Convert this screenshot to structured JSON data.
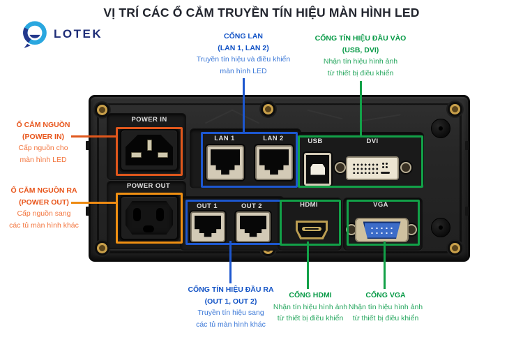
{
  "title": "VỊ TRÍ CÁC Ổ CẮM TRUYỀN TÍN HIỆU MÀN HÌNH LED",
  "brand": {
    "name": "LOTEK"
  },
  "colors": {
    "orange": "#e8551b",
    "orange_light": "#f09012",
    "blue": "#1d57cf",
    "green": "#12a148",
    "panel_dark": "#222222"
  },
  "panel": {
    "port_labels": {
      "power_in": "POWER IN",
      "power_out": "POWER OUT",
      "lan1": "LAN 1",
      "lan2": "LAN 2",
      "usb": "USB",
      "dvi": "DVI",
      "out1": "OUT 1",
      "out2": "OUT 2",
      "hdmi": "HDMI",
      "vga": "VGA"
    }
  },
  "annotations": {
    "lan": {
      "line1": "CỔNG LAN",
      "line2": "(LAN 1, LAN 2)",
      "line3": "Truyền tín hiệu và điều khiển",
      "line4": "màn hình LED"
    },
    "input": {
      "line1": "CỔNG TÍN HIỆU ĐẦU VÀO",
      "line2": "(USB, DVI)",
      "line3": "Nhận tín hiệu hình ảnh",
      "line4": "từ thiết bị điều khiển"
    },
    "power_in": {
      "line1": "Ổ CẮM NGUỒN",
      "line2": "(POWER IN)",
      "line3": "Cấp nguồn cho",
      "line4": "màn hình LED"
    },
    "power_out": {
      "line1": "Ổ CẮM NGUỒN RA",
      "line2": "(POWER OUT)",
      "line3": "Cấp nguồn sang",
      "line4": "các tủ màn hình khác"
    },
    "output": {
      "line1": "CỔNG TÍN HIỆU ĐẦU RA",
      "line2": "(OUT 1, OUT 2)",
      "line3": "Truyền tín hiệu sang",
      "line4": "các tủ màn hình khác"
    },
    "hdmi": {
      "line1": "CỔNG HDMI",
      "line3": "Nhận tín hiệu hình ảnh",
      "line4": "từ thiết bị điều khiển"
    },
    "vga": {
      "line1": "CỔNG VGA",
      "line3": "Nhận tín hiệu hình ảnh",
      "line4": "từ thiết bị điều khiển"
    }
  }
}
